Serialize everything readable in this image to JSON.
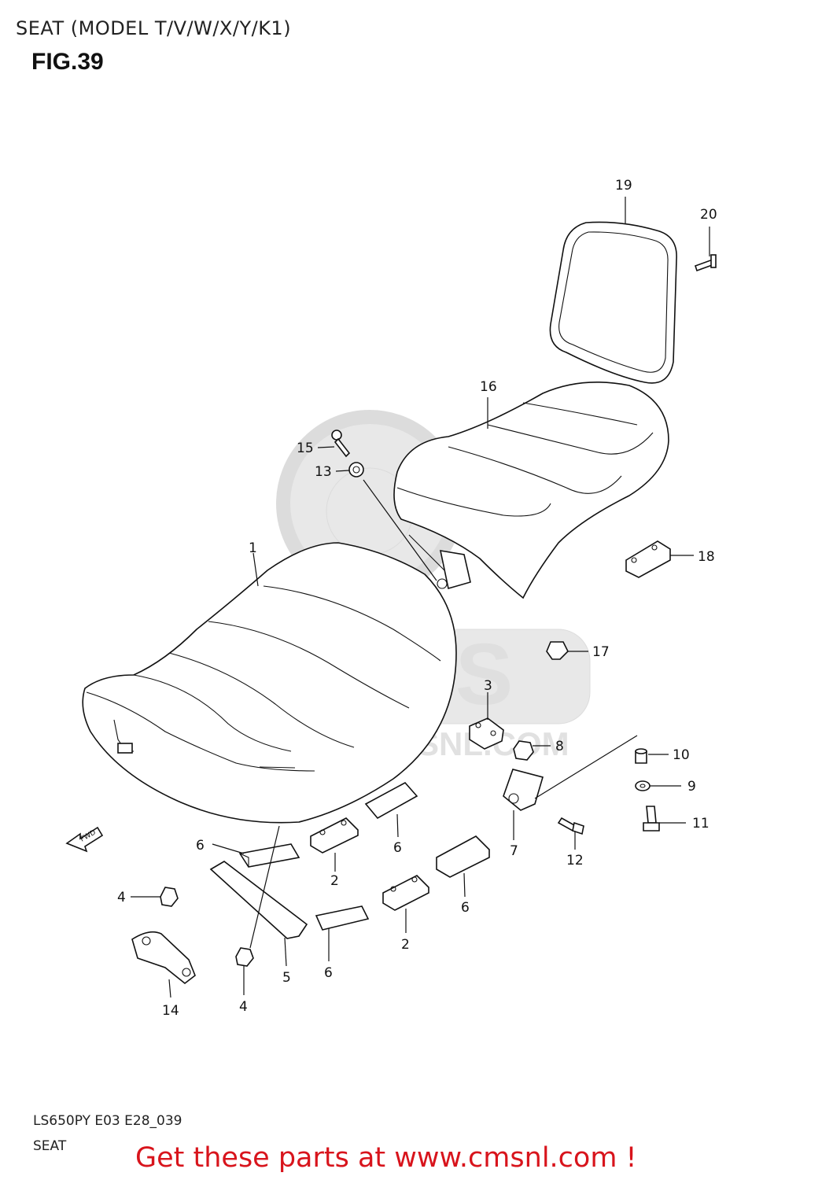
{
  "header": {
    "title": "SEAT (MODEL T/V/W/X/Y/K1)",
    "figure": "FIG.39"
  },
  "footer": {
    "drawing_code": "LS650PY E03 E28_039",
    "subtitle": "SEAT",
    "promo_link": "Get these parts at www.cmsnl.com !"
  },
  "watermark": {
    "logo_text": "CMS",
    "url_text": "WWW.CMSNL.COM"
  },
  "fwd_arrow": "FWD",
  "callouts": [
    {
      "id": "c1",
      "label": "1"
    },
    {
      "id": "c2a",
      "label": "2"
    },
    {
      "id": "c2b",
      "label": "2"
    },
    {
      "id": "c3",
      "label": "3"
    },
    {
      "id": "c4a",
      "label": "4"
    },
    {
      "id": "c4b",
      "label": "4"
    },
    {
      "id": "c5",
      "label": "5"
    },
    {
      "id": "c6a",
      "label": "6"
    },
    {
      "id": "c6b",
      "label": "6"
    },
    {
      "id": "c6c",
      "label": "6"
    },
    {
      "id": "c6d",
      "label": "6"
    },
    {
      "id": "c7",
      "label": "7"
    },
    {
      "id": "c8",
      "label": "8"
    },
    {
      "id": "c9",
      "label": "9"
    },
    {
      "id": "c10",
      "label": "10"
    },
    {
      "id": "c11",
      "label": "11"
    },
    {
      "id": "c12",
      "label": "12"
    },
    {
      "id": "c13",
      "label": "13"
    },
    {
      "id": "c14",
      "label": "14"
    },
    {
      "id": "c15",
      "label": "15"
    },
    {
      "id": "c16",
      "label": "16"
    },
    {
      "id": "c17",
      "label": "17"
    },
    {
      "id": "c18",
      "label": "18"
    },
    {
      "id": "c19",
      "label": "19"
    },
    {
      "id": "c20",
      "label": "20"
    }
  ]
}
